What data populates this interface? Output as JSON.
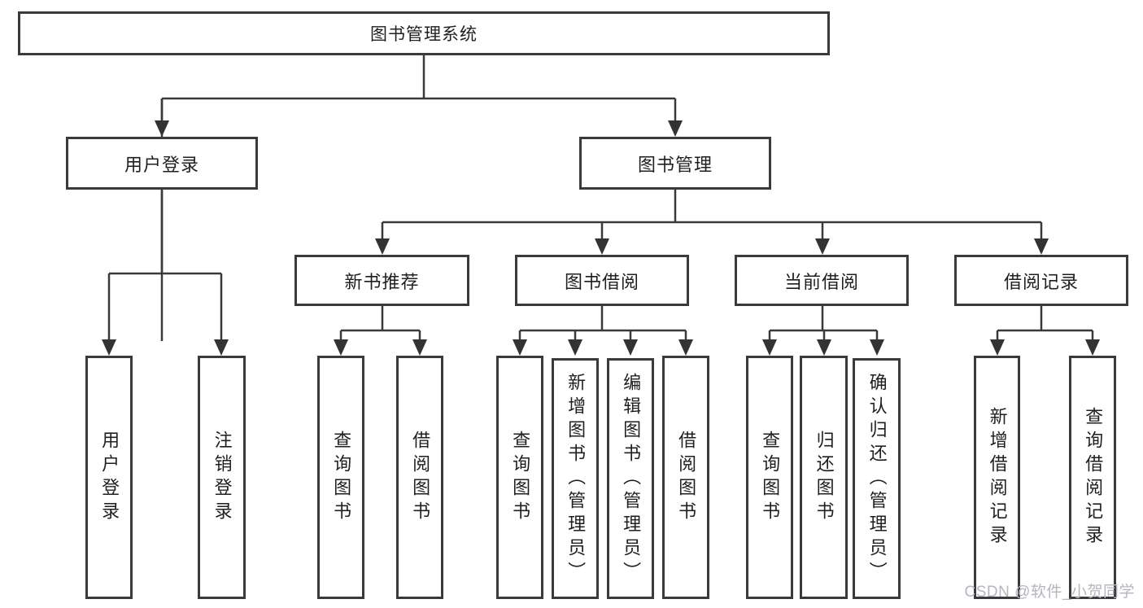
{
  "diagram": {
    "root": "图书管理系统",
    "branches": [
      {
        "label": "用户登录",
        "children": [
          "用户登录",
          "注销登录"
        ]
      },
      {
        "label": "图书管理",
        "sections": [
          {
            "label": "新书推荐",
            "children": [
              "查询图书",
              "借阅图书"
            ]
          },
          {
            "label": "图书借阅",
            "children": [
              "查询图书",
              "新增图书（管理员）",
              "编辑图书（管理员）",
              "借阅图书"
            ]
          },
          {
            "label": "当前借阅",
            "children": [
              "查询图书",
              "归还图书",
              "确认归还（管理员）"
            ]
          },
          {
            "label": "借阅记录",
            "children": [
              "新增借阅记录",
              "查询借阅记录"
            ]
          }
        ]
      }
    ]
  },
  "colors": {
    "line": "#3a3a3a",
    "box_border": "#3a3a3a",
    "text": "#1f1f1f",
    "watermark": "#b5b5bf"
  },
  "watermark": "CSDN @软件_小贺同学"
}
